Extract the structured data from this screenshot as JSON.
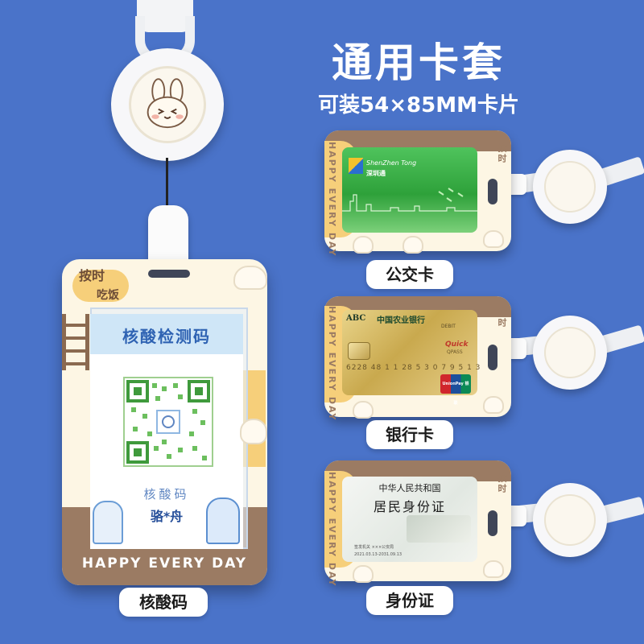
{
  "headline": "通用卡套",
  "subline": "可装54×85MM卡片",
  "big_holder": {
    "note_line1": "按时",
    "note_line2": "吃饭",
    "nucleic_title": "核酸检测码",
    "qr_caption": "核酸码",
    "qr_name": "骆*舟",
    "bottom_text": "HAPPY EVERY DAY",
    "label": "核酸码"
  },
  "holders": [
    {
      "label": "公交卡",
      "side_text": "HAPPY EVERY DAY",
      "corner_note": "按时",
      "card": {
        "logo_line1": "ShenZhen Tong",
        "logo_line2": "深圳通"
      }
    },
    {
      "label": "银行卡",
      "side_text": "HAPPY EVERY DAY",
      "corner_note": "按时",
      "card": {
        "abc": "ABC",
        "bank_name": "中国农业银行",
        "debit": "DEBIT",
        "number": "6228  48  1 1 28 5 3 0 7 9 5 1 3",
        "quick": "Quick",
        "quick_sub": "QPASS",
        "unionpay": "UnionPay 银联"
      }
    },
    {
      "label": "身份证",
      "side_text": "HAPPY EVERY DAY",
      "corner_note": "按时",
      "card": {
        "country": "中华人民共和国",
        "title": "居民身份证",
        "authority": "签发机关  ×××公安局",
        "validity": "2021.03.13-2031.09.13"
      }
    }
  ],
  "colors": {
    "background": "#4a73c9",
    "holder_brown": "#9b7b63",
    "holder_cream": "#fdf6e4",
    "accent_yellow": "#f6cf7a"
  }
}
